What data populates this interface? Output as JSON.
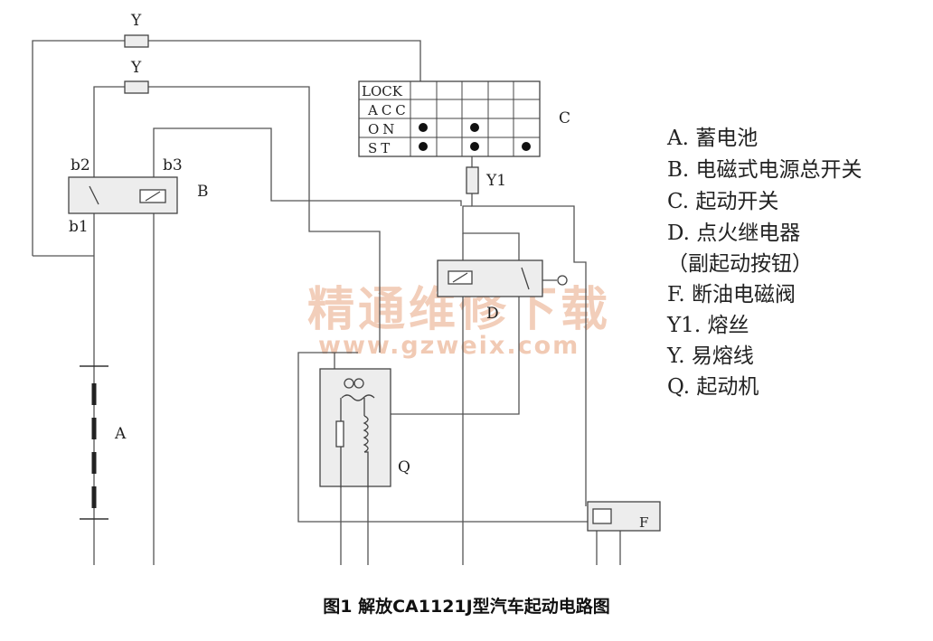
{
  "labels": {
    "fuse_top": "Y",
    "fuse_second": "Y",
    "b2": "b2",
    "b3": "b3",
    "b1": "b1",
    "B": "B",
    "C": "C",
    "Y1": "Y1",
    "D": "D",
    "A": "A",
    "Q": "Q",
    "F": "F"
  },
  "switch_rows": [
    "LOCK",
    "ACC",
    "ON",
    "ST"
  ],
  "legend": [
    "A. 蓄电池",
    "B. 电磁式电源总开关",
    "C. 起动开关",
    "D. 点火继电器",
    "（副起动按钮）",
    "F. 断油电磁阀",
    "Y1. 熔丝",
    "Y. 易熔线",
    "Q. 起动机"
  ],
  "watermark": {
    "text": "精通维修下载",
    "url": "www.gzweix.com"
  },
  "caption": "图1 解放CA1121J型汽车起动电路图"
}
